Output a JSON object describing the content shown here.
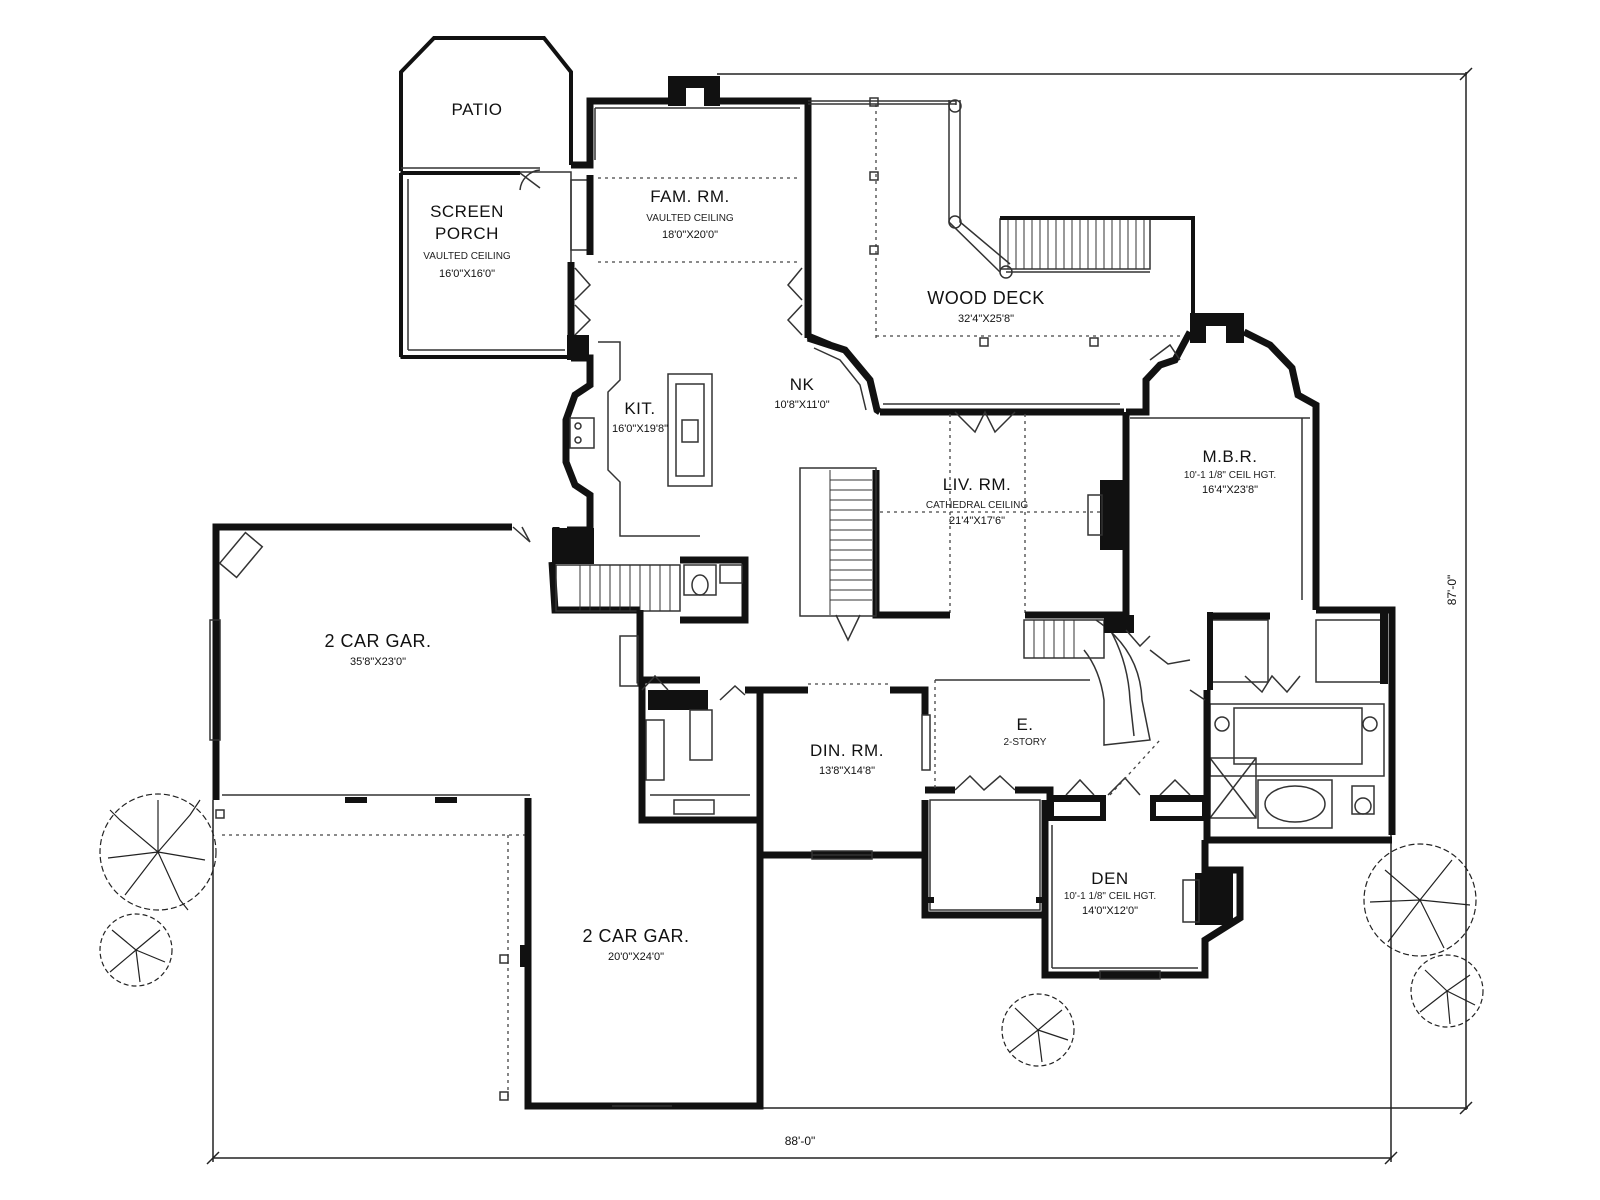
{
  "rooms": {
    "patio": {
      "name": "PATIO"
    },
    "screen_porch": {
      "name_line1": "SCREEN",
      "name_line2": "PORCH",
      "note": "VAULTED CEILING",
      "size": "16'0\"X16'0\""
    },
    "family_room": {
      "name": "FAM. RM.",
      "note": "VAULTED CEILING",
      "size": "18'0\"X20'0\""
    },
    "wood_deck": {
      "name": "WOOD DECK",
      "size": "32'4\"X25'8\""
    },
    "kitchen": {
      "name": "KIT.",
      "size": "16'0\"X19'8\""
    },
    "nook": {
      "name": "NK",
      "size": "10'8\"X11'0\""
    },
    "living_room": {
      "name": "LIV. RM.",
      "note": "CATHEDRAL CEILING",
      "size": "21'4\"X17'6\""
    },
    "master_bedroom": {
      "name": "M.B.R.",
      "note": "10'-1 1/8\" CEIL HGT.",
      "size": "16'4\"X23'8\""
    },
    "garage_1": {
      "name": "2 CAR GAR.",
      "size": "35'8\"X23'0\""
    },
    "garage_2": {
      "name": "2 CAR GAR.",
      "size": "20'0\"X24'0\""
    },
    "dining_room": {
      "name": "DIN. RM.",
      "size": "13'8\"X14'8\""
    },
    "entry": {
      "name": "E.",
      "note": "2-STORY"
    },
    "den": {
      "name": "DEN",
      "note": "10'-1 1/8\" CEIL HGT.",
      "size": "14'0\"X12'0\""
    }
  },
  "dimensions": {
    "overall_width": "88'-0\"",
    "overall_depth": "87'-0\""
  }
}
